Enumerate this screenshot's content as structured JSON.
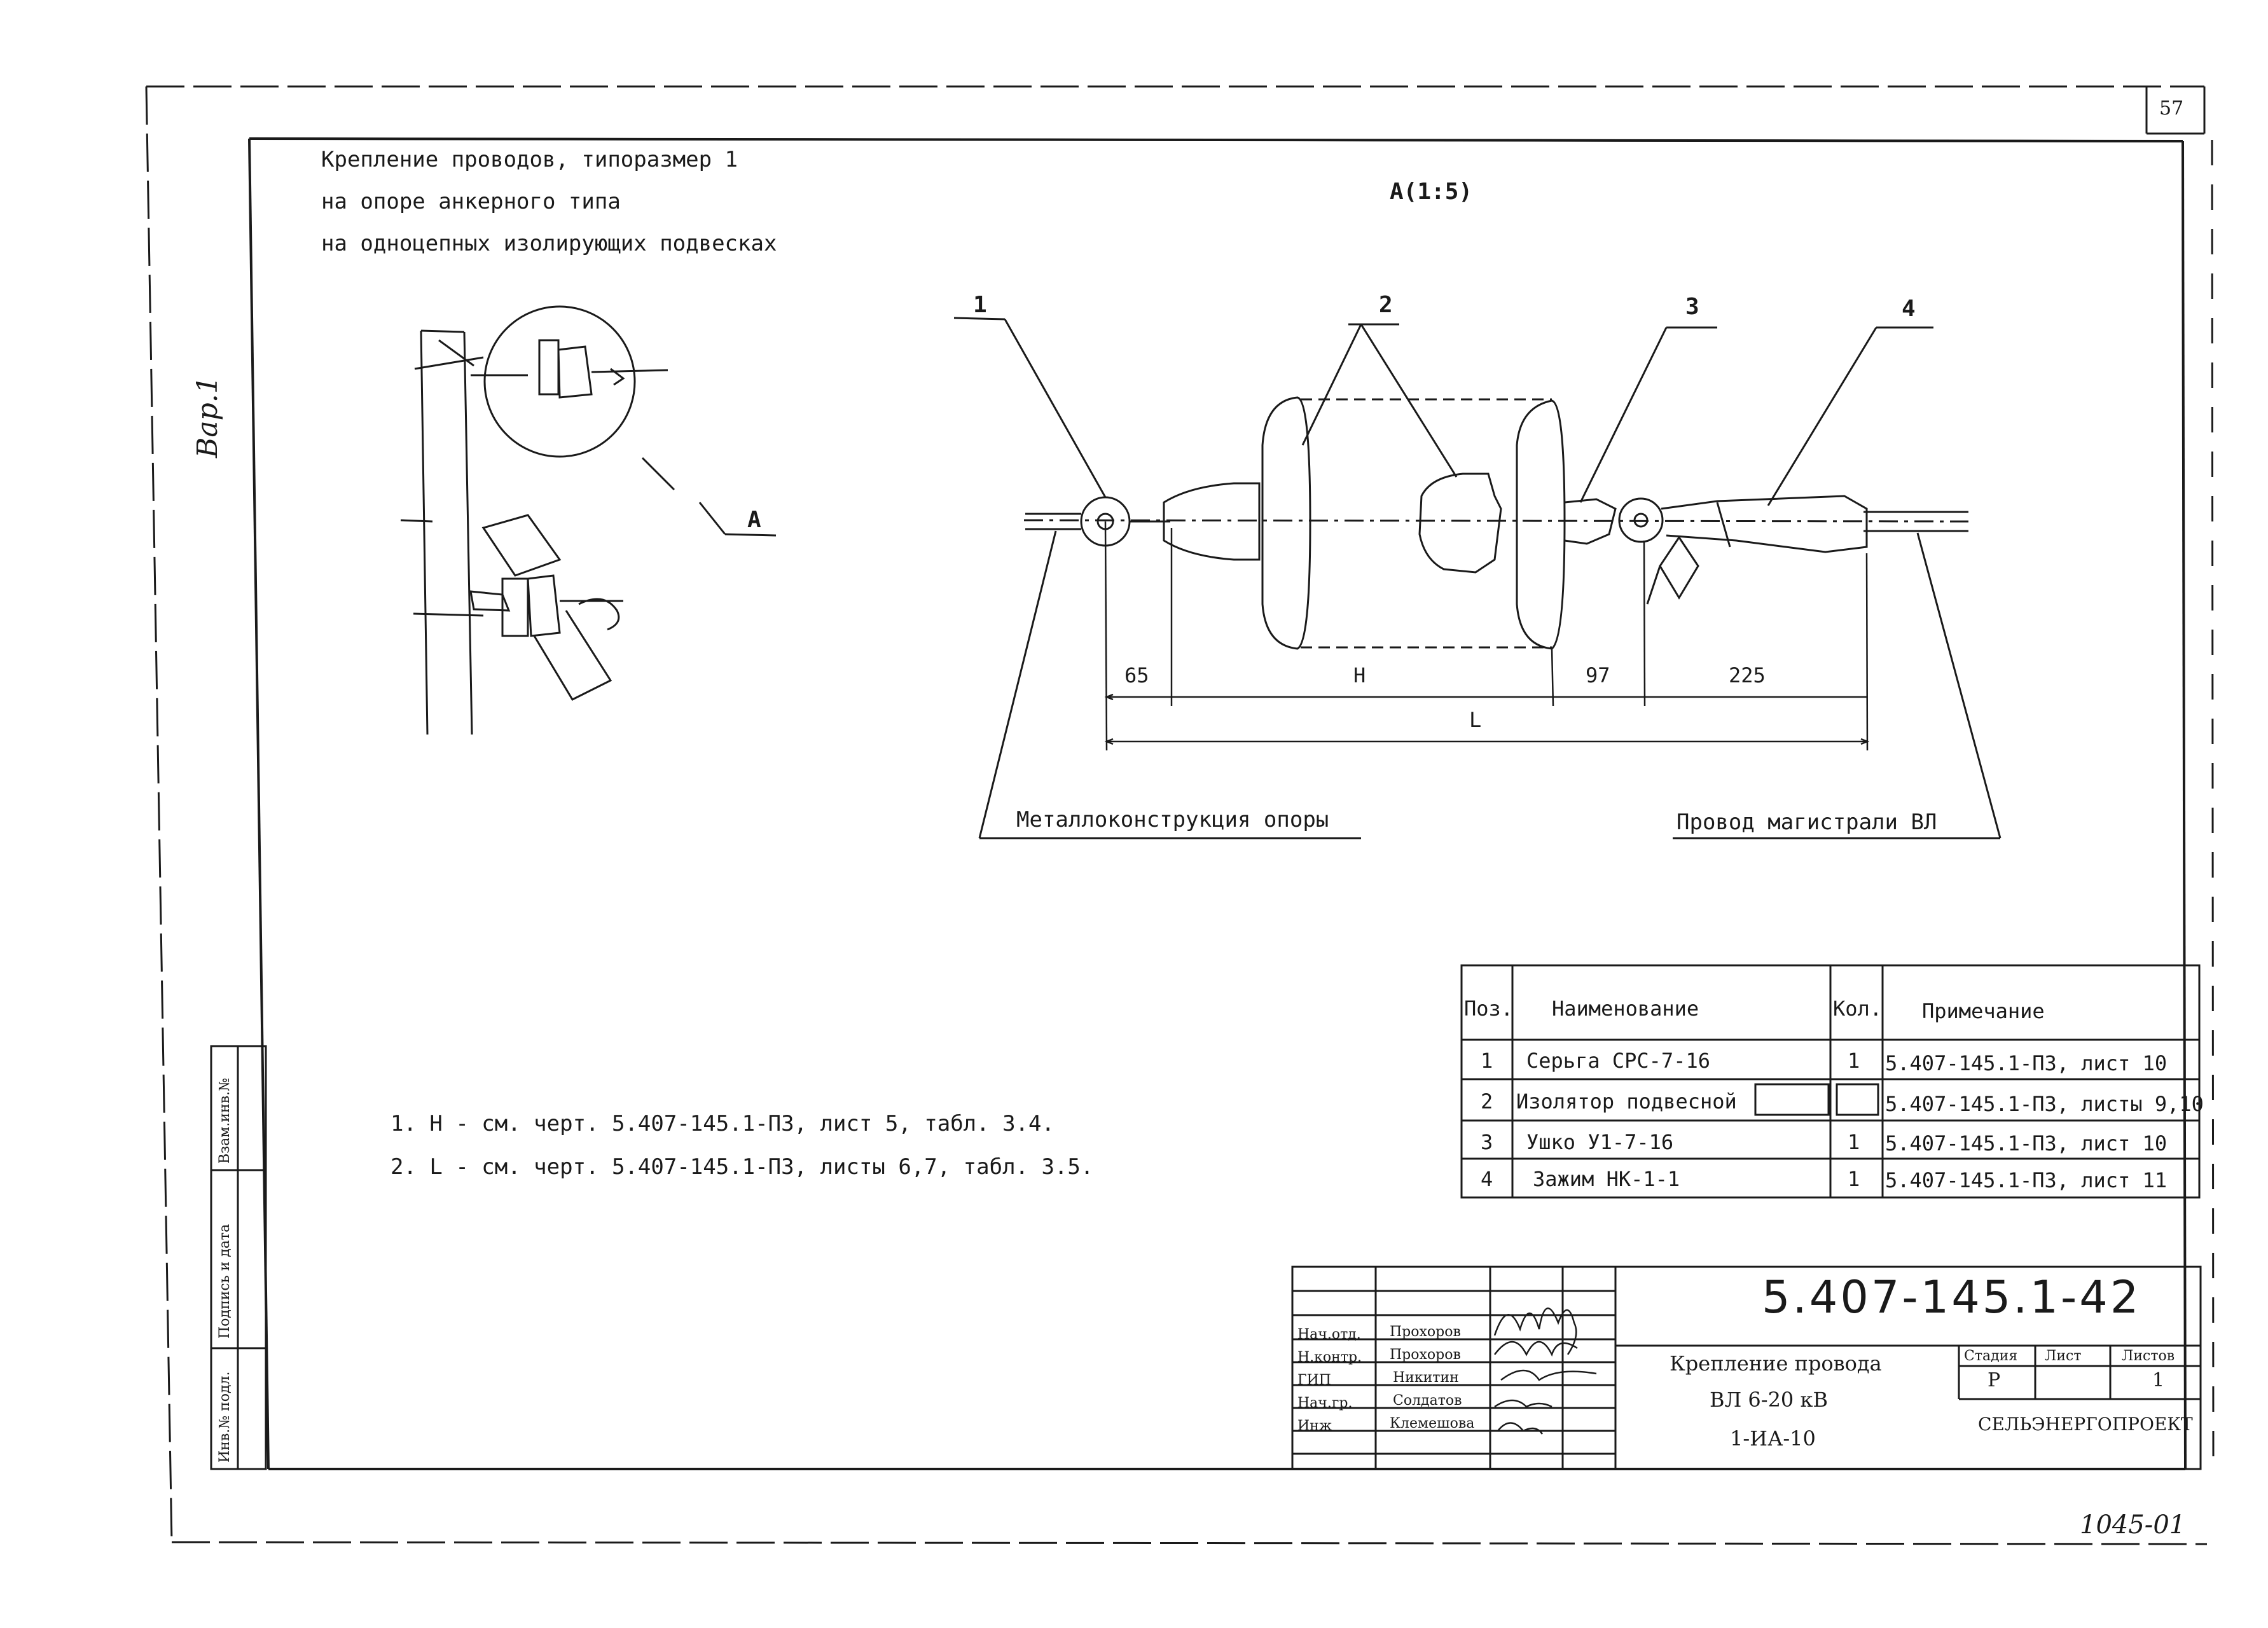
{
  "sheet": {
    "page_number": "57",
    "side_note": "Вар.1",
    "bottom_note": "1045-01"
  },
  "title_lines": [
    "Крепление проводов, типоразмер 1",
    "на опоре анкерного типа",
    "на одноцепных изолирующих подвесках"
  ],
  "detail": {
    "view_label": "А(1:5)",
    "callout_letter": "А",
    "positions": [
      "1",
      "2",
      "3",
      "4"
    ],
    "dims": {
      "d65": "65",
      "dH": "Н",
      "d97": "97",
      "d225": "225",
      "dL": "L"
    },
    "label_left": "Металлоконструкция опоры",
    "label_right": "Провод магистрали ВЛ"
  },
  "notes": [
    "1. Н - см. черт. 5.407-145.1-ПЗ, лист 5, табл. 3.4.",
    "2. L - см. черт. 5.407-145.1-ПЗ, листы 6,7, табл. 3.5."
  ],
  "spec_table": {
    "headers": [
      "Поз.",
      "Наименование",
      "Кол.",
      "Примечание"
    ],
    "rows": [
      [
        "1",
        "Серьга СРС-7-16",
        "1",
        "5.407-145.1-ПЗ, лист 10"
      ],
      [
        "2",
        "Изолятор подвесной",
        "",
        "5.407-145.1-ПЗ, листы 9,10"
      ],
      [
        "3",
        "Ушко У1-7-16",
        "1",
        "5.407-145.1-ПЗ, лист 10"
      ],
      [
        "4",
        "Зажим НК-1-1",
        "1",
        "5.407-145.1-ПЗ, лист 11"
      ]
    ]
  },
  "stamp": {
    "code": "5.407-145.1-42",
    "sheet_title": [
      "Крепление провода",
      "ВЛ 6-20 кВ",
      "1-ИА-10"
    ],
    "stage_header": "Стадия",
    "sheet_header": "Лист",
    "sheets_header": "Листов",
    "stage": "Р",
    "sheets": "1",
    "org": "СЕЛЬЭНЕРГОПРОЕКТ",
    "roles": [
      {
        "role": "Нач.отд.",
        "name": "Прохоров"
      },
      {
        "role": "Н.контр.",
        "name": "Прохоров"
      },
      {
        "role": "ГИП",
        "name": "Никитин"
      },
      {
        "role": "Нач.гр.",
        "name": "Солдатов"
      },
      {
        "role": "Инж",
        "name": "Клемешова"
      }
    ]
  },
  "side_stamp": [
    "Взам.инв.№",
    "Подпись и дата",
    "Инв.№ подл."
  ]
}
